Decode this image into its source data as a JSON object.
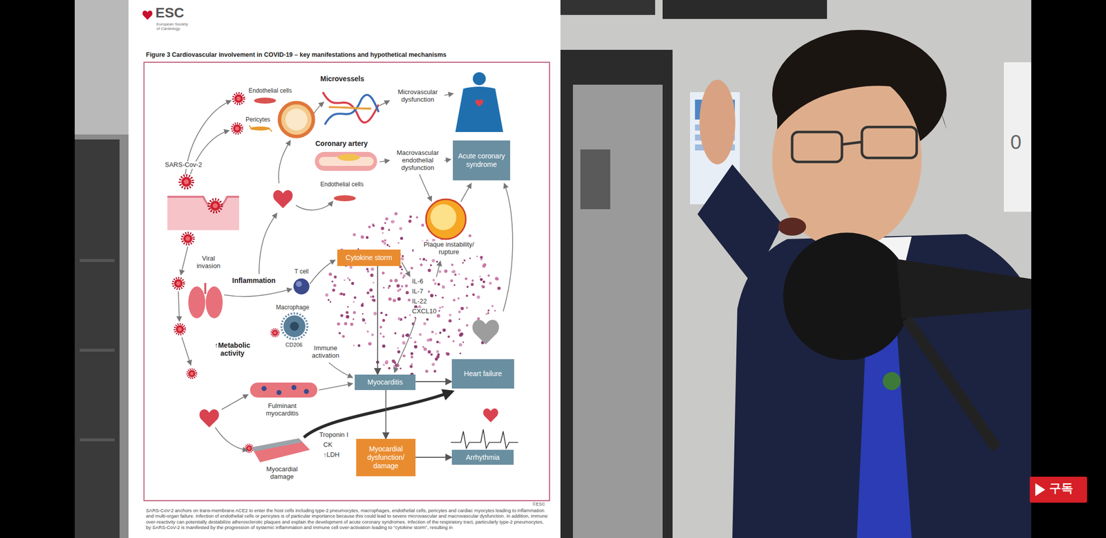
{
  "diagram": {
    "title": "Figure 3 Cardiovascular involvement in COVID-19 – key manifestations and hypothetical mechanisms",
    "caption": "SARS-CoV-2 anchors on trans-membrane ACE2 to enter the host cells including type-2 pneumocytes, macrophages, endothelial cells, pericytes and cardiac myocytes leading to inflammation and multi-organ failure. Infection of endothelial cells or pericytes is of particular importance because this could lead to severe microvascular and macrovascular dysfunction. In addition, immune over-reactivity can potentially destabilize atherosclerotic plaques and explain the development of acute coronary syndromes. Infection of the respiratory tract, particularly type-2 pneumocytes, by SARS-CoV-2 is manifested by the progression of systemic inflammation and immune cell over-activation leading to “cytokine storm”, resulting in",
    "nodes": [
      {
        "text": [
          "Acute coronary syndrome"
        ]
      },
      {
        "text": [
          "Cytokine storm"
        ]
      },
      {
        "text": [
          "Heart failure"
        ]
      },
      {
        "text": [
          "Myocarditis"
        ]
      },
      {
        "text": [
          "Myocardial dysfunction/ damage"
        ]
      },
      {
        "text": [
          "Arrhythmia"
        ]
      }
    ],
    "edges": [
      {
        "from": 1,
        "to": 3,
        "arrow": "to"
      },
      {
        "from": 3,
        "to": 2,
        "arrow": "to"
      },
      {
        "from": 3,
        "to": 4,
        "arrow": "to"
      },
      {
        "from": 4,
        "to": 5,
        "arrow": "to"
      }
    ],
    "labels": [
      "ESC",
      "European Society of Cardiology",
      "Endothelial cells",
      "Microvessels",
      "Pericytes",
      "SARS-Cov-2",
      "Microvascular dysfunction",
      "Coronary artery",
      "Macrovascular endothelial dysfunction",
      "Endothelial cells",
      "Viral invasion",
      "Inflammation",
      "T cell",
      "Macrophage",
      "CD206",
      "Plaque instability/ rupture",
      "IL-6",
      "IL-7",
      "IL-22",
      "CXCL10",
      "↑Metabolic activity",
      "Immune activation",
      "Fulminant myocarditis",
      "Troponin I",
      "CK",
      "↑LDH",
      "Myocardial damage",
      "©ESC",
      "0",
      "구독"
    ]
  }
}
